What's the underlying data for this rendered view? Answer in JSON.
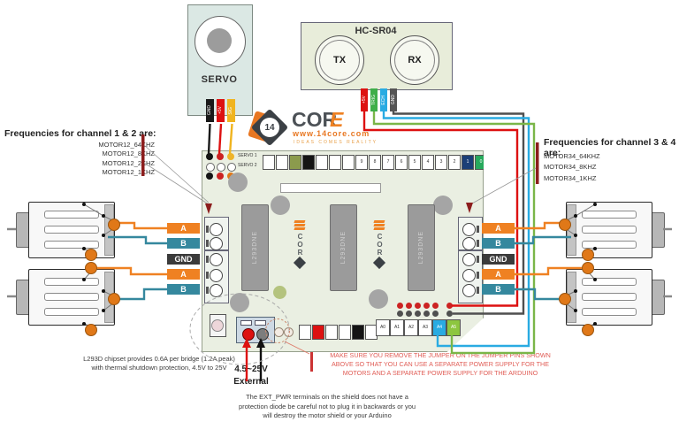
{
  "texts": {
    "freq12": {
      "title": "Frequencies for channel 1 & 2 are:",
      "items": [
        "MOTOR12_64KHZ",
        "MOTOR12_8KHZ",
        "MOTOR12_2KHZ",
        "MOTOR12_1KHZ"
      ]
    },
    "freq34": {
      "title": "Frequencies for channel 3 & 4 are:",
      "items": [
        "MOTOR34_64KHZ",
        "MOTOR34_8KHZ",
        "MOTOR34_1KHZ"
      ]
    },
    "chipset_note": [
      "L293D chipset provides 0.6A per bridge (1.2A peak)",
      "with thermal shutdown protection, 4.5V to 25V"
    ],
    "ext_power": {
      "voltage": "4.5~25V",
      "label": "External"
    },
    "jumper_warning": [
      "MAKE SURE YOU REMOVE THE JUMPER ON THE JUMPER PINS  SHOWN",
      "ABOVE SO THAT YOU CAN USE A SEPARATE POWER SUPPLY FOR THE",
      "MOTORS  AND A SEPARATE POWER SUPPLY FOR THE ARDUINO"
    ],
    "ext_pwr_note": [
      "The EXT_PWR terminals on the shield does not have a",
      "protection diode be careful not to plug it in backwards or you",
      "will destroy the motor shield or your Arduino"
    ]
  },
  "servo": {
    "label": "SERVO",
    "pins": [
      "GND",
      "+5V",
      "SIG"
    ]
  },
  "sonar": {
    "title": "HC-SR04",
    "tx": "TX",
    "rx": "RX",
    "pins": [
      "+5V",
      "TRIG",
      "ECH",
      "GND"
    ]
  },
  "logo": {
    "number": "14",
    "core": "COR",
    "e": "E",
    "url": "www.14core.com",
    "tagline": "IDEAS COMES REALITY"
  },
  "board": {
    "servo_header_labels": [
      "SERVO 1",
      "SERVO 2"
    ],
    "digital_pins": [
      "9",
      "8",
      "7",
      "6",
      "5",
      "4",
      "3",
      "2",
      "1",
      "0"
    ],
    "chip_label": "L293DNE",
    "terminal_labels": [
      "A",
      "B",
      "GND",
      "A",
      "B"
    ],
    "analog_pins": [
      "A0",
      "A1",
      "A2",
      "A3",
      "A4",
      "A5"
    ]
  },
  "colors": {
    "orange": "#ef8122",
    "teal": "#35889e",
    "red": "#dd2222",
    "green": "#7ab648",
    "cyan": "#29abe2",
    "yellow": "#f0b41f",
    "dark_red": "#8c1d1d",
    "board_green": "#eaefe2",
    "warning_red": "#e05c55"
  }
}
